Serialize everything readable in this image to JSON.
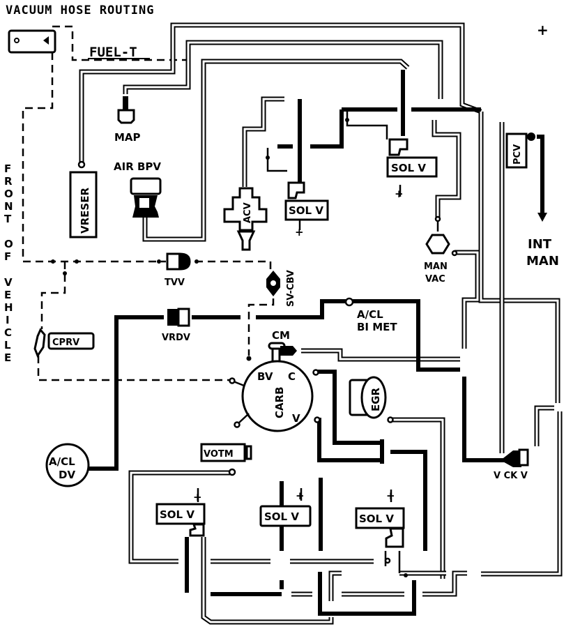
{
  "title": "VACUUM HOSE ROUTING",
  "fuel_label": "FUEL-T",
  "side_label": "FRONT OF VEHICLE",
  "side_label_letters": [
    "F",
    "R",
    "O",
    "N",
    "T",
    "",
    "O",
    "F",
    "",
    "V",
    "E",
    "H",
    "I",
    "C",
    "L",
    "E"
  ],
  "plus_marker": "+",
  "components": {
    "map": "MAP",
    "air_bpv": "AIR BPV",
    "vreser": "VRESER",
    "acv": "ACV",
    "sol_v_1": "SOL V",
    "sol_v_2": "SOL V",
    "sol_v_3": "SOL V",
    "sol_v_4": "SOL V",
    "sol_v_5": "SOL V",
    "pcv": "PCV",
    "int_man_1": "INT",
    "int_man_2": "MAN",
    "man_vac_1": "MAN",
    "man_vac_2": "VAC",
    "tvv": "TVV",
    "sv_cbv": "SV-CBV",
    "cprv": "CPRV",
    "vrdv": "VRDV",
    "acl_bimet_1": "A/CL",
    "acl_bimet_2": "BI MET",
    "cm": "CM",
    "carb": "CARB",
    "carb_port_bv": "BV",
    "carb_port_c": "C",
    "carb_port_v": "V",
    "egr": "EGR",
    "acl_dv_1": "A/CL",
    "acl_dv_2": "DV",
    "votm": "VOTM",
    "vckv": "V CK V",
    "ground": "+"
  },
  "colors": {
    "ink": "#000000",
    "paper": "#ffffff"
  }
}
